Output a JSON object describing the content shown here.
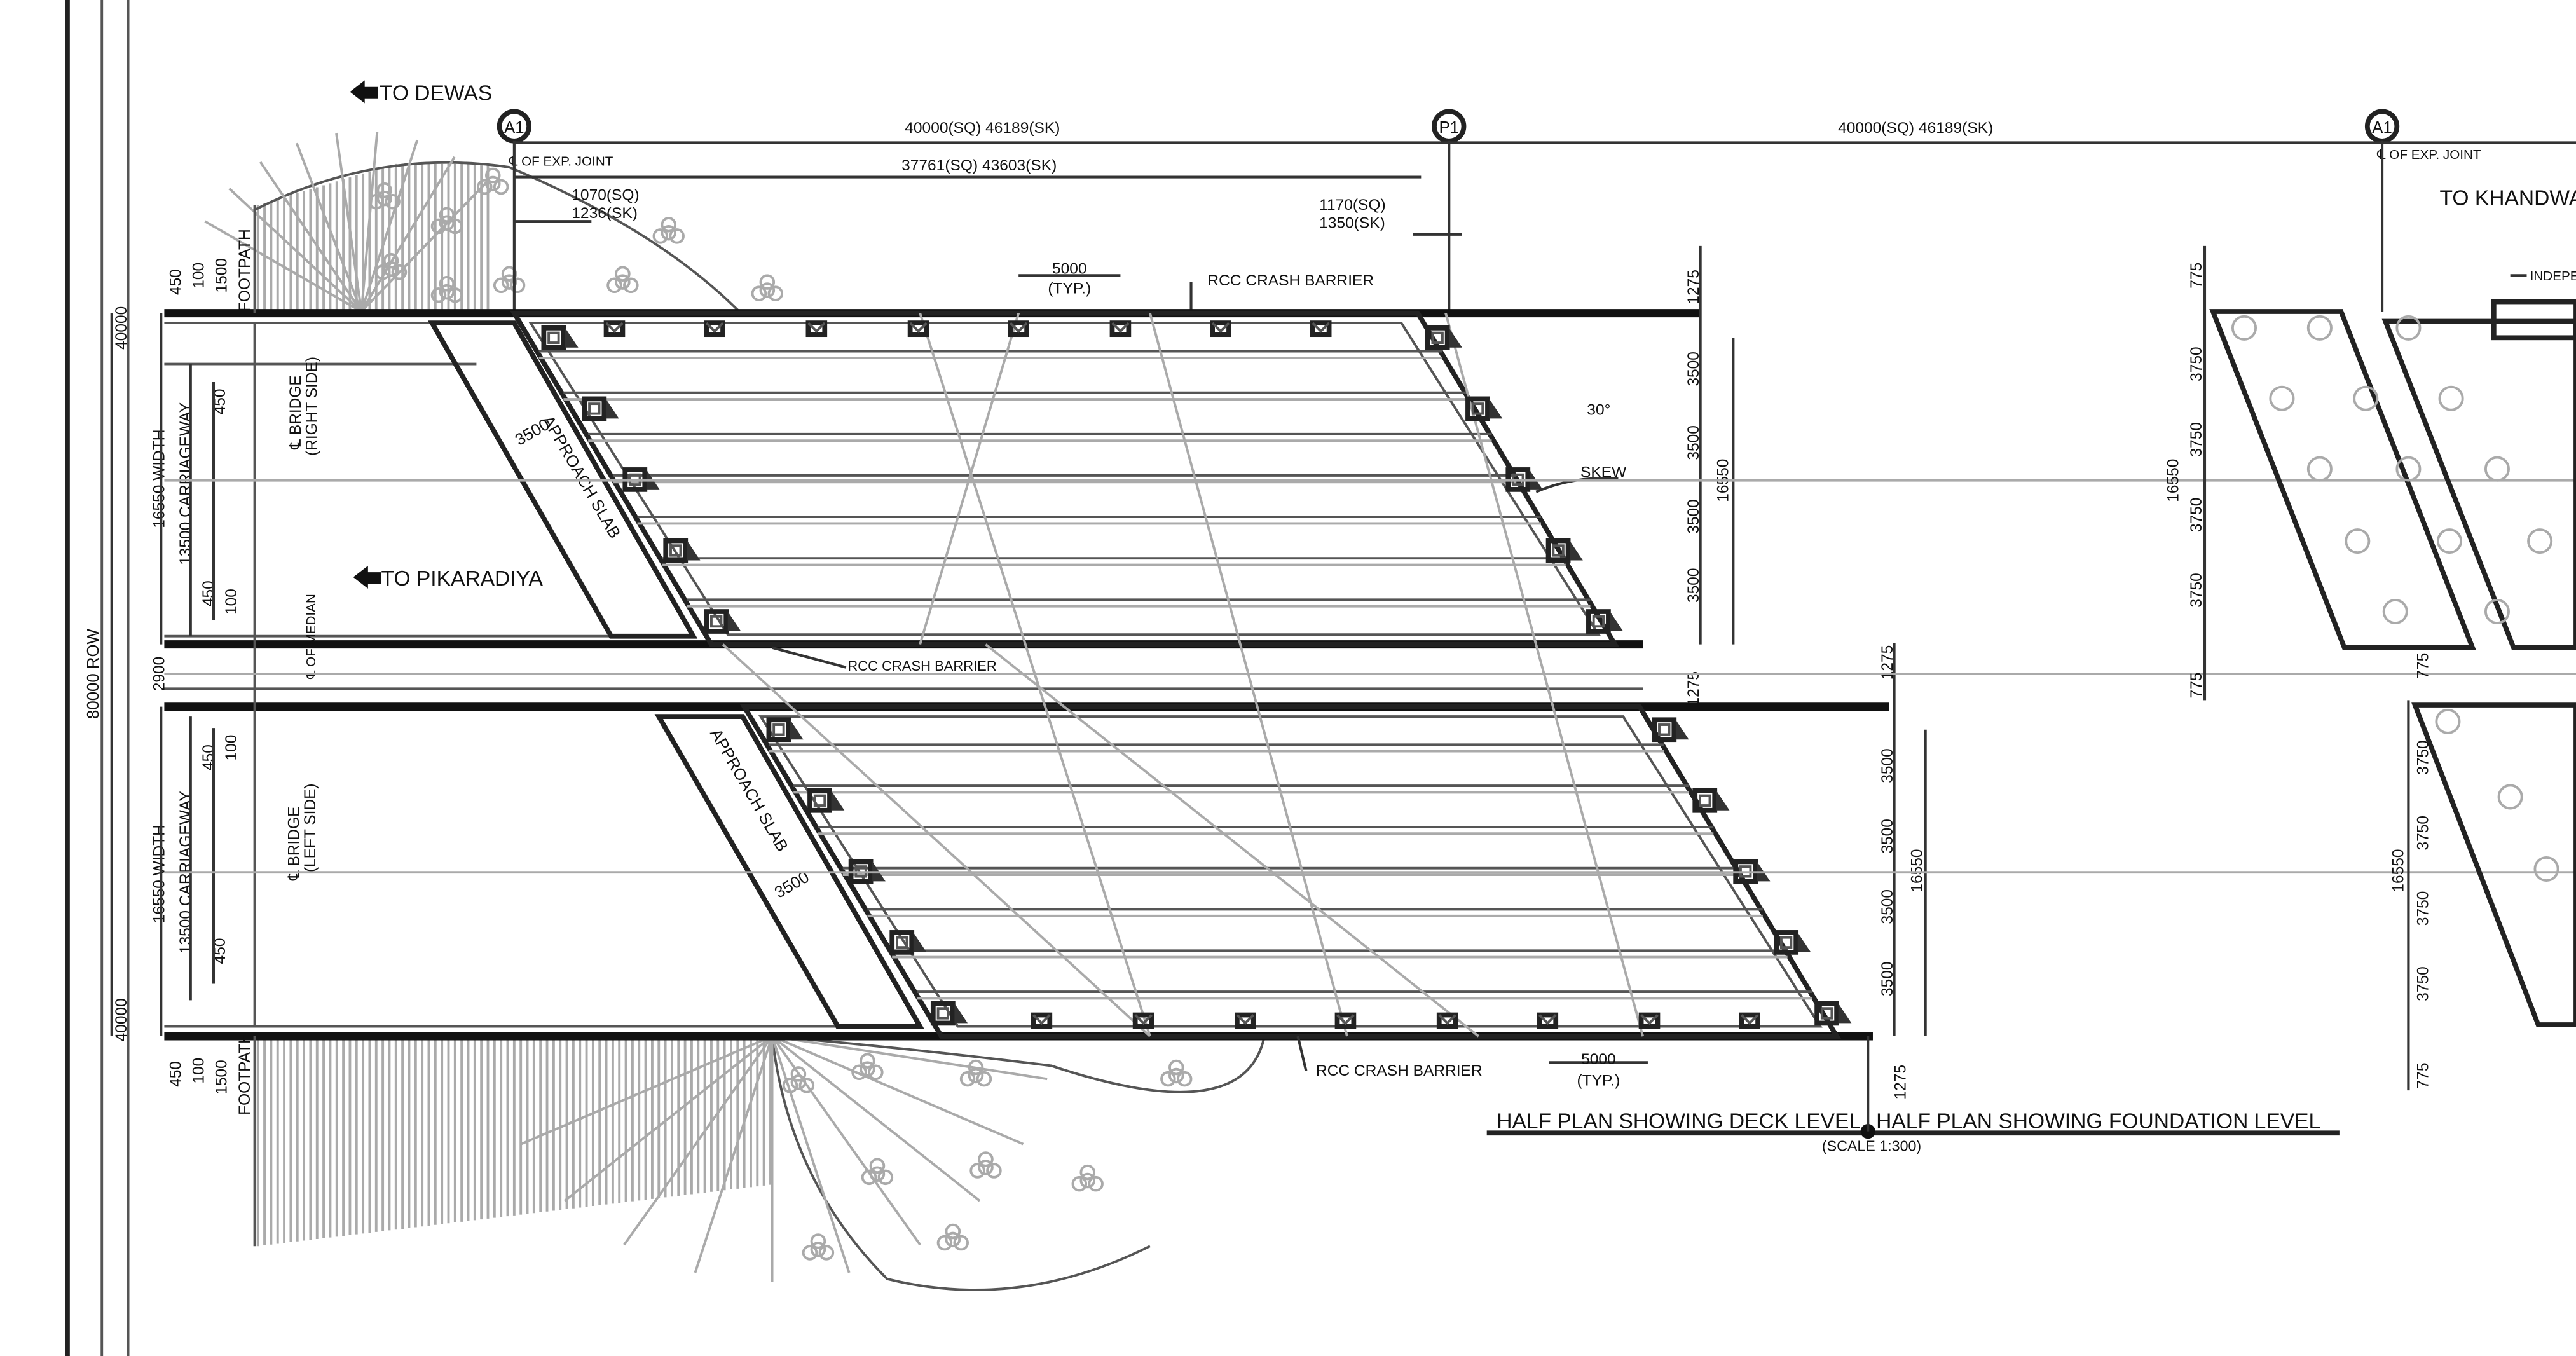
{
  "directions": {
    "to_dewas": "TO DEWAS",
    "to_pikaradiya": "TO PIKARADIYA",
    "to_khandwa": "TO KHANDWA"
  },
  "grid_markers": [
    "A1",
    "P1",
    "A1"
  ],
  "exp_joint_label": "℄ OF EXP. JOINT",
  "span_dims": {
    "span1": "40000(SQ)  46189(SK)",
    "span2": "40000(SQ)  46189(SK)",
    "inner": "37761(SQ)  43603(SK)",
    "left_offset_sq": "1070(SQ)",
    "left_offset_sk": "1236(SK)",
    "right_offset_sq": "1170(SQ)",
    "right_offset_sk": "1350(SK)"
  },
  "typ_spacing": {
    "value": "5000",
    "note": "(TYP.)"
  },
  "crash_barrier": "RCC  CRASH  BARRIER",
  "crash_barrier_median": "RCC CRASH BARRIER",
  "skew": {
    "angle": "30°",
    "label": "SKEW"
  },
  "approach_slab": "APPROACH SLAB",
  "approach_dim": "3500",
  "cl_bridge_right": [
    "℄ BRIDGE",
    "(RIGHT SIDE)"
  ],
  "cl_bridge_left": [
    "℄ BRIDGE",
    "(LEFT SIDE)"
  ],
  "cl_median": "℄ OF MEDIAN",
  "footpath": "FOOTPATH",
  "left_dims": {
    "d450": "450",
    "d100": "100",
    "d1500": "1500",
    "d40000": "40000",
    "d80000_row": "80000  ROW",
    "d2900": "2900",
    "width": "16550  WIDTH",
    "carriageway": "13500  CARRIAGEWAY"
  },
  "lane_dims": {
    "d1275": "1275",
    "d3500": "3500",
    "d16550": "16550"
  },
  "foundation_dims": {
    "d775": "775",
    "d3750": "3750",
    "d16550": "16550"
  },
  "independent_label": "INDEPEN",
  "titles": {
    "deck": "HALF PLAN SHOWING DECK LEVEL",
    "foundation": "HALF PLAN SHOWING FOUNDATION LEVEL",
    "scale": "(SCALE 1:300)"
  },
  "colors": {
    "ink": "#111111",
    "paper": "#ffffff",
    "hatch": "#888888"
  }
}
